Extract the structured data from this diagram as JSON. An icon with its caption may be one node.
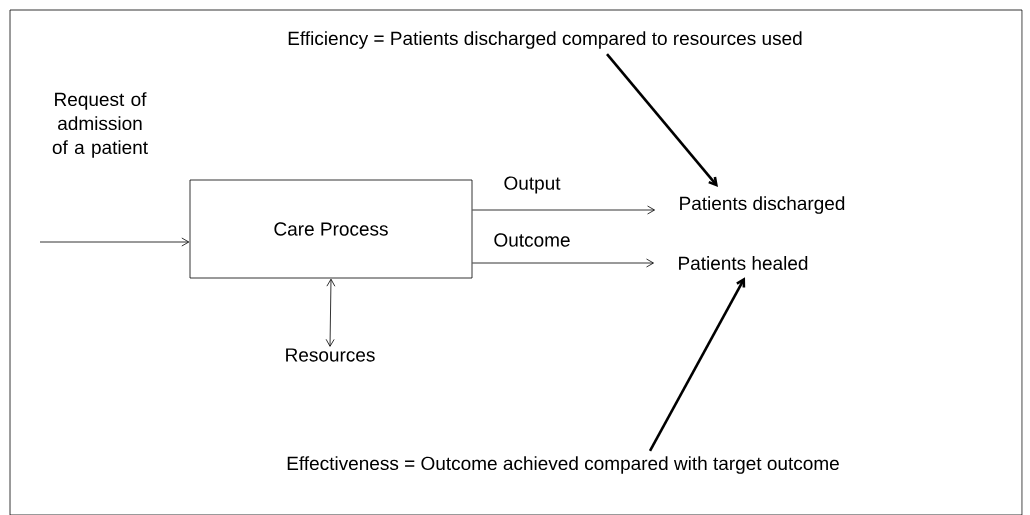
{
  "diagram": {
    "nodes": [
      {
        "text": [
          "Care Process"
        ]
      },
      {
        "text": [
          "Patients discharged"
        ]
      },
      {
        "text": [
          "Patients healed"
        ]
      },
      {
        "text": [
          "Resources"
        ]
      },
      {
        "text": [
          "Efficiency = Patients discharged compared to  resources used"
        ]
      },
      {
        "text": [
          "Effectiveness = Outcome achieved compared with target outcome"
        ]
      }
    ],
    "edges": [
      {
        "from": null,
        "to": 0,
        "arrow": "to",
        "label": "Request of admission of a patient"
      },
      {
        "from": 0,
        "to": 1,
        "arrow": "to",
        "label": "Output"
      },
      {
        "from": 0,
        "to": 2,
        "arrow": "to",
        "label": "Outcome"
      },
      {
        "from": 0,
        "to": 3,
        "arrow": "both"
      },
      {
        "from": 4,
        "to": 1,
        "arrow": "to",
        "style": "thick"
      },
      {
        "from": 5,
        "to": 2,
        "arrow": "to",
        "style": "thick"
      }
    ]
  }
}
